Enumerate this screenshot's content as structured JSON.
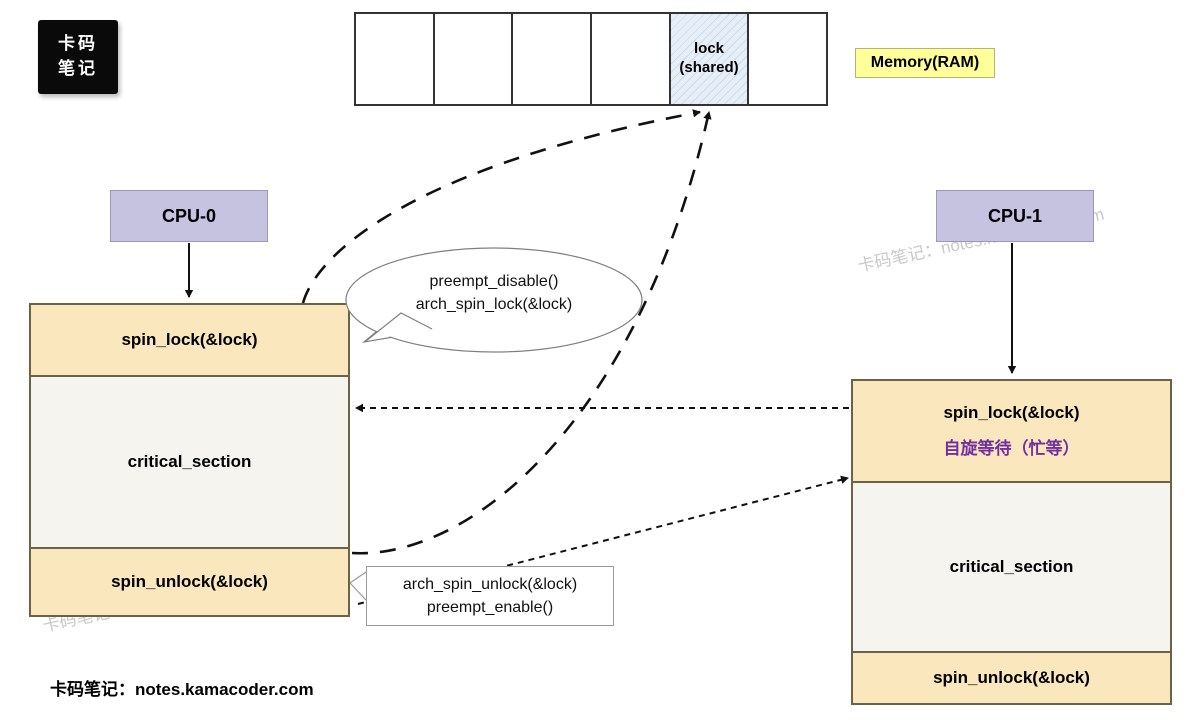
{
  "logo": {
    "line1": "卡码笔记",
    "line2": "",
    "text_a": "卡码",
    "text_b": "笔记"
  },
  "memory": {
    "ram_label": "Memory(RAM)",
    "cells": [
      {
        "label": "",
        "highlighted": false
      },
      {
        "label": "",
        "highlighted": false
      },
      {
        "label": "",
        "highlighted": false
      },
      {
        "label": "",
        "highlighted": false
      },
      {
        "label": "lock\n(shared)",
        "line1": "lock",
        "line2": "(shared)",
        "highlighted": true
      },
      {
        "label": "",
        "highlighted": false
      }
    ]
  },
  "cpu0": {
    "title": "CPU-0",
    "rows": [
      {
        "label": "spin_lock(&lock)"
      },
      {
        "label": "critical_section"
      },
      {
        "label": "spin_unlock(&lock)"
      }
    ]
  },
  "cpu1": {
    "title": "CPU-1",
    "rows": [
      {
        "label": "spin_lock(&lock)",
        "sub": "自旋等待（忙等）"
      },
      {
        "label": "critical_section"
      },
      {
        "label": "spin_unlock(&lock)"
      }
    ]
  },
  "callouts": {
    "lock_bubble": {
      "line1": "preempt_disable()",
      "line2": "arch_spin_lock(&lock)"
    },
    "unlock_box": {
      "line1": "arch_spin_unlock(&lock)",
      "line2": "preempt_enable()"
    }
  },
  "footer": {
    "text": "卡码笔记：notes.kamacoder.com"
  },
  "watermarks": {
    "text": "卡码笔记：notes.kamacoder.com",
    "short": "卡码笔记"
  },
  "colors": {
    "lock_cell": "#e6eef8",
    "cpu_chip": "#c5c3e0",
    "lock_row": "#fbe7bd",
    "critical_row": "#f5f4ee",
    "ram_tag": "#ffff99",
    "spin_wait_text": "#7030a0",
    "border": "#6b6248"
  }
}
